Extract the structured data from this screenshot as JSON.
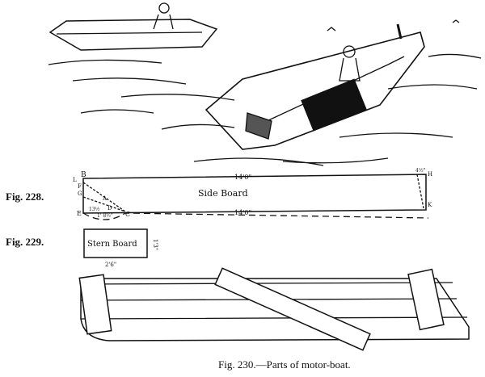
{
  "figures": {
    "fig228": {
      "label": "Fig. 228.",
      "board": "Side Board",
      "top_length": "14'0\"",
      "bottom_length": "14'0\"",
      "points": [
        "B",
        "L",
        "F",
        "G",
        "A",
        "D",
        "E",
        "C",
        "H",
        "K"
      ],
      "dim_a": "13½",
      "dim_b": "1' 8½\"",
      "dim_c": "4½\""
    },
    "fig229": {
      "label": "Fig. 229.",
      "board": "Stern Board",
      "width": "2'6\"",
      "height": "1'3\""
    },
    "fig230": {
      "caption": "Fig. 230.—Parts of motor-boat."
    }
  }
}
